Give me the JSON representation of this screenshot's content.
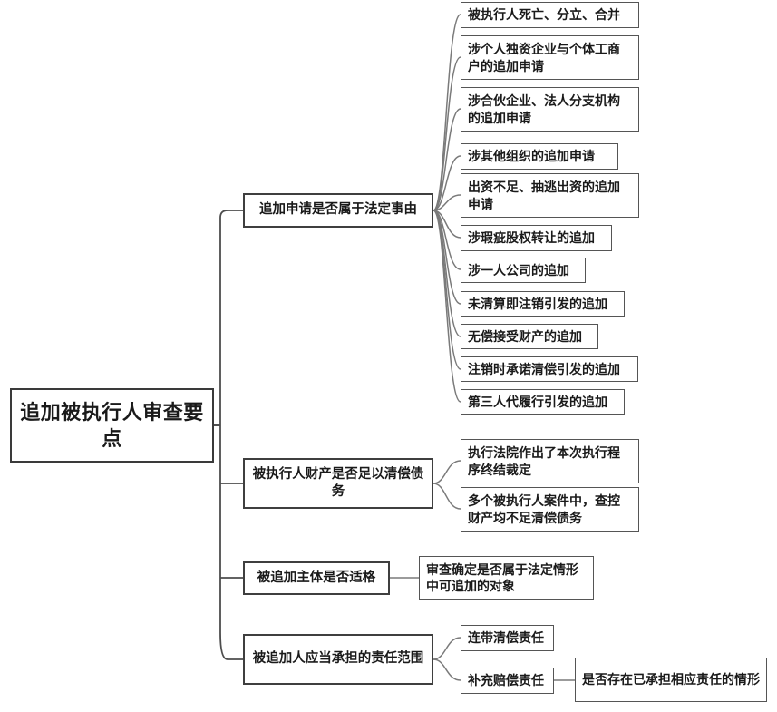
{
  "diagram": {
    "type": "mindmap",
    "title": "追加被执行人审查要点",
    "orientation": "left-to-right",
    "colors": {
      "background": "#ffffff",
      "node_border": "#4a4a4a",
      "node_fill": "#ffffff",
      "text": "#1a1a1a",
      "connector": "#7a7a7a"
    },
    "root": {
      "label": "追加被执行人审查要点"
    },
    "branches": [
      {
        "label": "追加申请是否属于法定事由",
        "children": [
          {
            "label": "被执行人死亡、分立、合并"
          },
          {
            "label": "涉个人独资企业与个体工商户的追加申请"
          },
          {
            "label": "涉合伙企业、法人分支机构的追加申请"
          },
          {
            "label": "涉其他组织的追加申请"
          },
          {
            "label": "出资不足、抽逃出资的追加申请"
          },
          {
            "label": "涉瑕疵股权转让的追加"
          },
          {
            "label": "涉一人公司的追加"
          },
          {
            "label": "未清算即注销引发的追加"
          },
          {
            "label": "无偿接受财产的追加"
          },
          {
            "label": "注销时承诺清偿引发的追加"
          },
          {
            "label": "第三人代履行引发的追加"
          }
        ]
      },
      {
        "label": "被执行人财产是否足以清偿债务",
        "children": [
          {
            "label": "执行法院作出了本次执行程序终结裁定"
          },
          {
            "label": "多个被执行人案件中，查控财产均不足清偿债务"
          }
        ]
      },
      {
        "label": "被追加主体是否适格",
        "children": [
          {
            "label": "审查确定是否属于法定情形中可追加的对象"
          }
        ]
      },
      {
        "label": "被追加人应当承担的责任范围",
        "children": [
          {
            "label": "连带清偿责任"
          },
          {
            "label": "补充赔偿责任",
            "children": [
              {
                "label": "是否存在已承担相应责任的情形"
              }
            ]
          }
        ]
      }
    ]
  }
}
